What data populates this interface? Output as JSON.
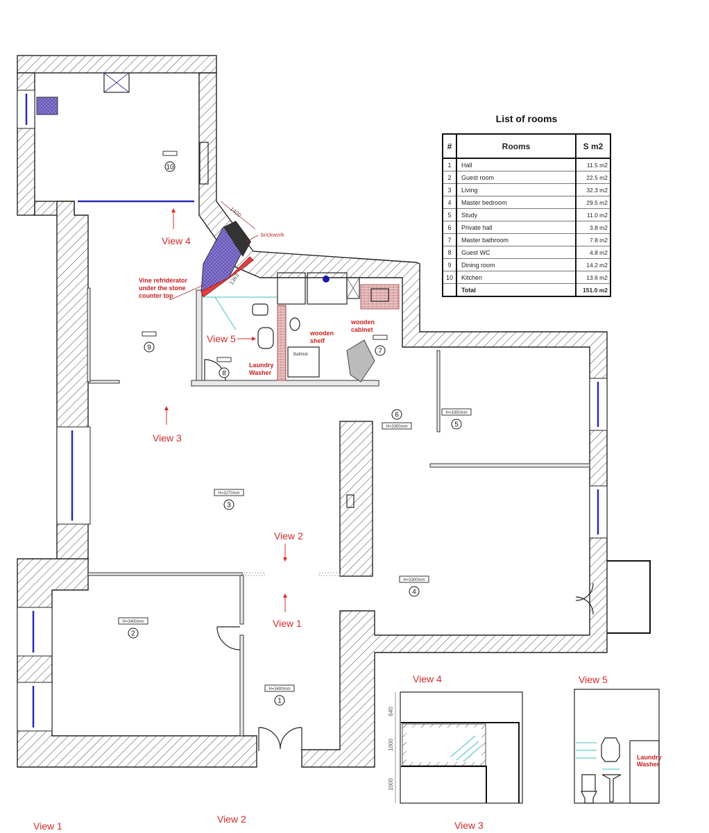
{
  "table": {
    "title": "List of rooms",
    "headers": {
      "num": "#",
      "room": "Rooms",
      "area": "S m2"
    },
    "rows": [
      {
        "num": "1",
        "room": "Hall",
        "area": "11.5 m2"
      },
      {
        "num": "2",
        "room": "Guest room",
        "area": "22.5 m2"
      },
      {
        "num": "3",
        "room": "Living",
        "area": "32.3 m2"
      },
      {
        "num": "4",
        "room": "Master bedroom",
        "area": "29.5 m2"
      },
      {
        "num": "5",
        "room": "Study",
        "area": "11.0 m2"
      },
      {
        "num": "6",
        "room": "Private hall",
        "area": "3.8 m2"
      },
      {
        "num": "7",
        "room": "Master bathroom",
        "area": "7.8 m2"
      },
      {
        "num": "8",
        "room": "Guest WC",
        "area": "4.8 m2"
      },
      {
        "num": "9",
        "room": "Dining room",
        "area": "14.2 m2"
      },
      {
        "num": "10",
        "room": "Kitchen",
        "area": "13.6 m2"
      }
    ],
    "total": {
      "label": "Total",
      "area": "151.0 m2"
    }
  },
  "rooms": {
    "r1": {
      "num": "1",
      "height": "H=3400mm"
    },
    "r2": {
      "num": "2",
      "height": "H=3400mm"
    },
    "r3": {
      "num": "3",
      "height": "H=3270mm"
    },
    "r4": {
      "num": "4",
      "height": "H=3300mm"
    },
    "r5": {
      "num": "5",
      "height": "H=3300mm"
    },
    "r6": {
      "num": "6",
      "height": "H=3300mm"
    },
    "r7": {
      "num": "7"
    },
    "r8": {
      "num": "8"
    },
    "r9": {
      "num": "9"
    },
    "r10": {
      "num": "10"
    }
  },
  "views": {
    "v1": "View 1",
    "v2": "View 2",
    "v3": "View 3",
    "v4": "View 4",
    "v5": "View 5"
  },
  "annotations": {
    "dim_1400": "1400",
    "dim_1363": "1363",
    "brickwork": "brickwork",
    "wine_1": "Vine refridérator",
    "wine_2": "under the stone",
    "wine_3": "counter top",
    "shelf_1": "wooden",
    "shelf_2": "shelf",
    "cabinet_1": "wooden",
    "cabinet_2": "cabinet",
    "laundry_1": "Laundry",
    "laundry_2": "Washer",
    "bathtub": "Bathtub"
  },
  "view4_dims": [
    "640",
    "1000",
    "1000"
  ],
  "view5_labels": {
    "l1": "Laundry",
    "l2": "Washer"
  },
  "colors": {
    "annotation": "#d42a2a",
    "window": "#2a2ab0",
    "glass": "#3cc0c0"
  }
}
